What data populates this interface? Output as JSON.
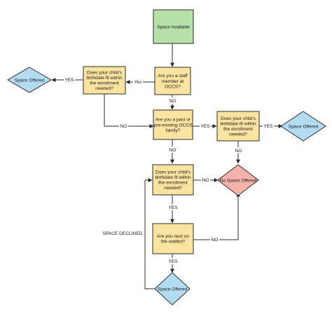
{
  "nodes": {
    "space_available": [
      "Space Available"
    ],
    "staff_member": [
      "Are you a staff",
      "member at",
      "OCCS?"
    ],
    "birthdate_left": [
      "Does your child's",
      "birthdate fit within",
      "the enrollment",
      "needed?"
    ],
    "space_offered_left": [
      "Space Offered"
    ],
    "past_family": [
      "Are you a past or",
      "pre-existing OCCS",
      "family?"
    ],
    "birthdate_right": [
      "Does your child's",
      "birthdate fit within",
      "the enrollment",
      "needed?"
    ],
    "space_offered_right": [
      "Space Offered"
    ],
    "birthdate_center": [
      "Does your child's",
      "birthdate fit within",
      "the enrollment",
      "needed?"
    ],
    "no_space_offered": [
      "No Space Offered"
    ],
    "waitlist": [
      "Are you next on",
      "the waitlist?"
    ],
    "space_offered_bottom": [
      "Space Offered"
    ]
  },
  "edge_labels": {
    "yes_staff": "Yes",
    "yes_left": "YES",
    "no_staff": "NO",
    "no_left": "NO",
    "yes_past": "YES",
    "yes_right": "YES",
    "no_past": "NO",
    "no_right": "NO",
    "no_center": "NO",
    "yes_center": "YES",
    "no_waitlist": "NO",
    "yes_waitlist": "YES",
    "space_declined": "SPACE DECLINED"
  }
}
